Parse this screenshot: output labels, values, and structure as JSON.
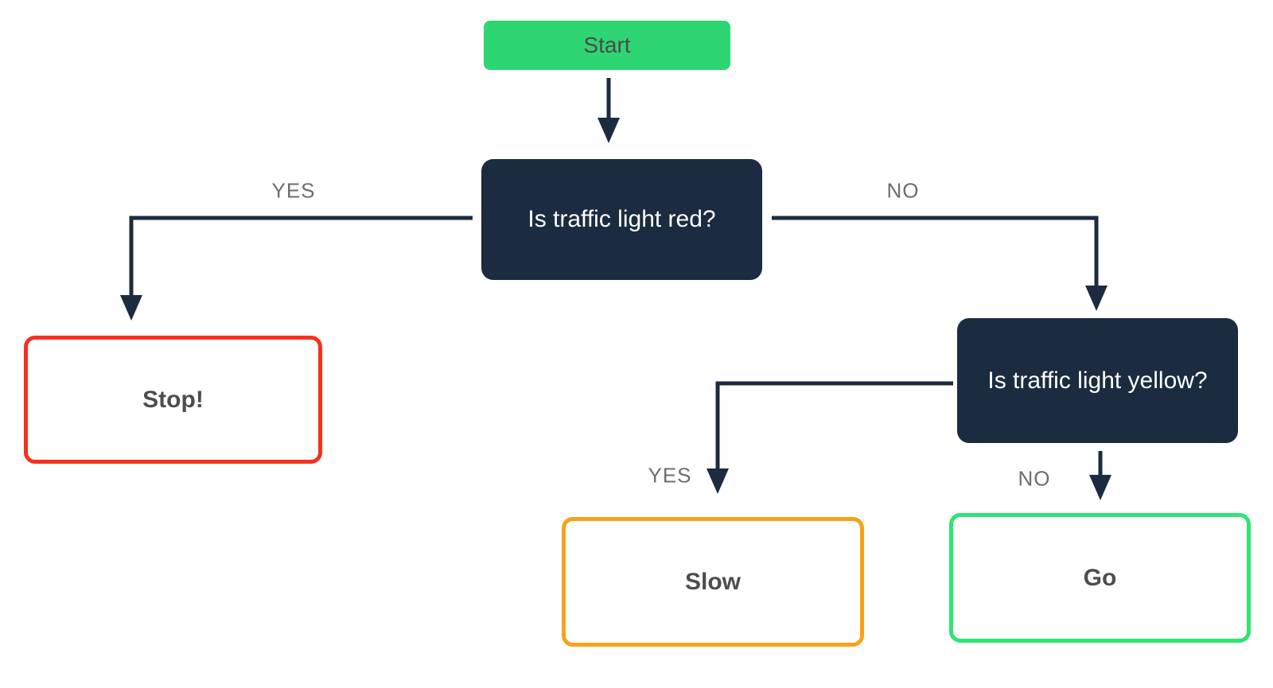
{
  "colors": {
    "accent_green": "#2ed573",
    "box_navy": "#1b2b40",
    "border_red": "#f5311d",
    "border_orange": "#f7a11a",
    "border_green": "#2ee573",
    "text_gray_label": "#6e6e6e",
    "text_result": "#4d4d4d",
    "text_dark": "#4b4b4b",
    "white": "#ffffff"
  },
  "diagram": {
    "type": "flowchart",
    "nodes": {
      "start": {
        "label": "Start",
        "kind": "start"
      },
      "q_red": {
        "label": "Is traffic light red?",
        "kind": "decision"
      },
      "q_yellow": {
        "label": "Is traffic light yellow?",
        "kind": "decision"
      },
      "stop": {
        "label": "Stop!",
        "kind": "result"
      },
      "slow": {
        "label": "Slow",
        "kind": "result"
      },
      "go": {
        "label": "Go",
        "kind": "result"
      }
    },
    "edges": [
      {
        "from": "start",
        "to": "q_red",
        "label": ""
      },
      {
        "from": "q_red",
        "to": "stop",
        "label": "YES"
      },
      {
        "from": "q_red",
        "to": "q_yellow",
        "label": "NO"
      },
      {
        "from": "q_yellow",
        "to": "slow",
        "label": "YES"
      },
      {
        "from": "q_yellow",
        "to": "go",
        "label": "NO"
      }
    ]
  }
}
